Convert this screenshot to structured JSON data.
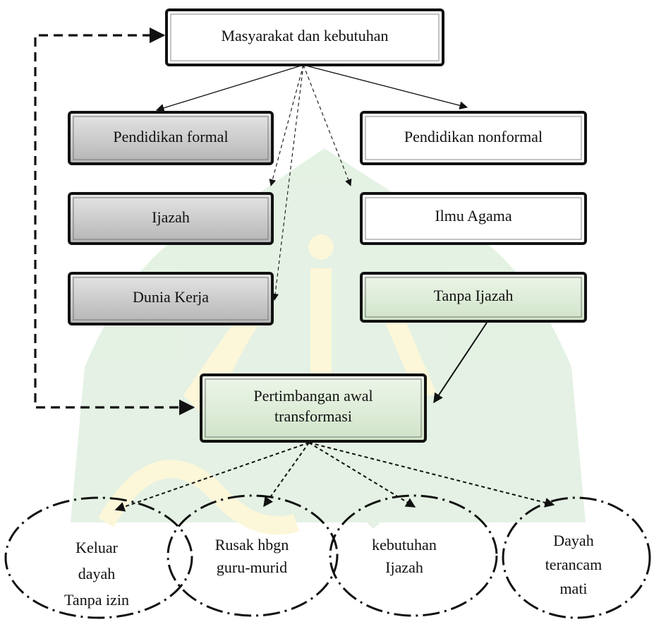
{
  "diagram": {
    "nodes": {
      "masyarakat": {
        "label": "Masyarakat dan kebutuhan"
      },
      "formal": {
        "label": "Pendidikan formal"
      },
      "nonformal": {
        "label": "Pendidikan nonformal"
      },
      "ijazah": {
        "label": "Ijazah"
      },
      "ilmu_agama": {
        "label": "Ilmu Agama"
      },
      "dunia_kerja": {
        "label": "Dunia Kerja"
      },
      "tanpa_ijazah": {
        "label": "Tanpa Ijazah"
      },
      "pertimbangan": {
        "lines": [
          "Pertimbangan awal",
          "transformasi"
        ]
      },
      "keluar_dayah": {
        "lines": [
          "Keluar",
          "dayah",
          "Tanpa izin"
        ]
      },
      "rusak_hbgn": {
        "lines": [
          "Rusak hbgn",
          "guru-murid"
        ]
      },
      "kebutuhan_ijazah": {
        "lines": [
          "kebutuhan",
          "Ijazah"
        ]
      },
      "dayah_terancam": {
        "lines": [
          "Dayah",
          "terancam",
          "mati"
        ]
      }
    },
    "colors": {
      "white_box": "#ffffff",
      "grey_box": "#c8c8c8",
      "green_box": "#dcebd6",
      "border": "#111111",
      "watermark_green": "#2f8a3c",
      "watermark_yellow": "#f2d63a"
    }
  }
}
